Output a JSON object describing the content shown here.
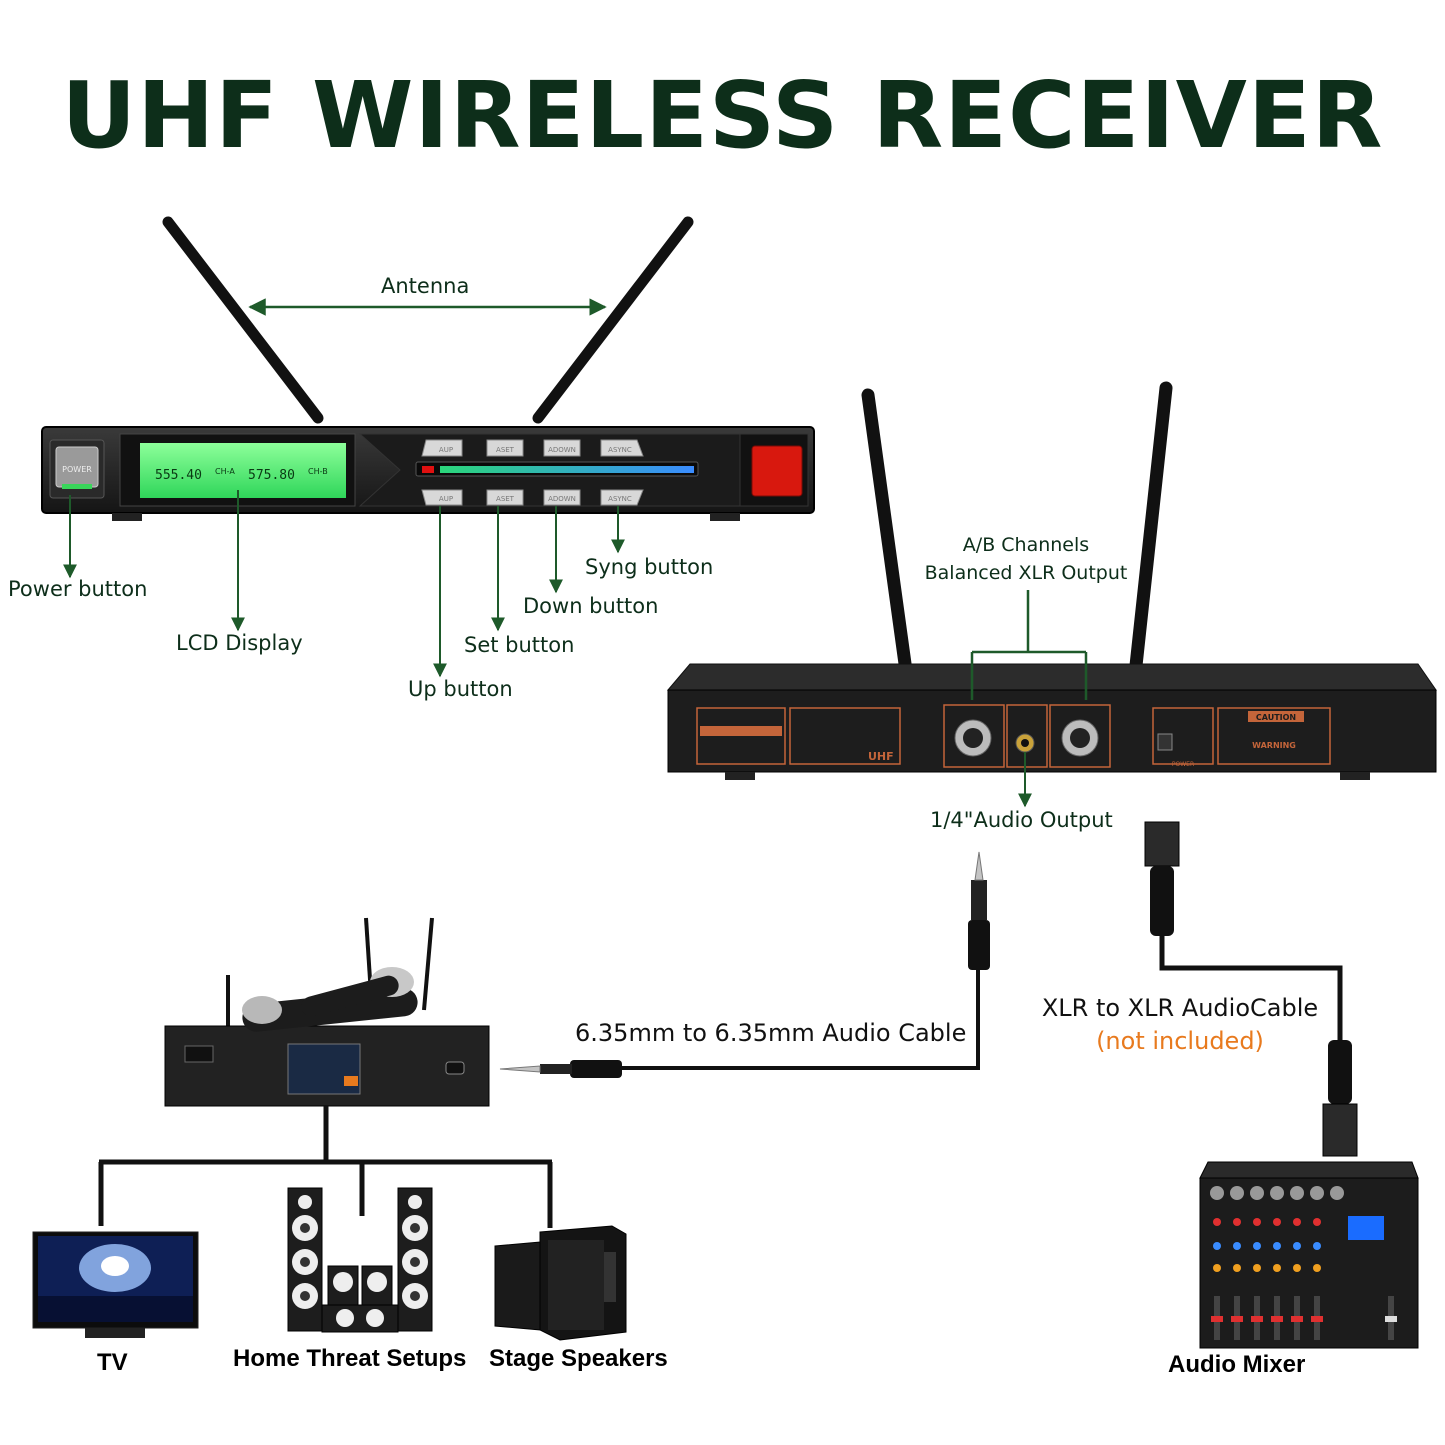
{
  "title": "UHF WIRELESS RECEIVER",
  "front_panel": {
    "labels": {
      "antenna": "Antenna",
      "power_button": "Power button",
      "lcd_display": "LCD Display",
      "up_button": "Up button",
      "set_button": "Set button",
      "down_button": "Down button",
      "syng_button": "Syng button"
    },
    "panel_text": {
      "power": "POWER",
      "lcd_a_freq": "555.40",
      "lcd_a_ch": "CH-A",
      "lcd_b_freq": "575.80",
      "lcd_b_ch": "CH-B",
      "btn_up": "AUP",
      "btn_set": "ASET",
      "btn_down": "ADOWN",
      "btn_syng": "ASYNC"
    }
  },
  "rear_panel": {
    "labels": {
      "ab_channels": "A/B Channels",
      "balanced_xlr": "Balanced XLR Output",
      "audio_output": "1/4\"Audio Output"
    },
    "panel_text": {
      "uhf": "UHF",
      "caution": "CAUTION",
      "warning": "WARNING",
      "power": "POWER"
    }
  },
  "cables": {
    "jack_cable": "6.35mm to 6.35mm Audio Cable",
    "xlr_cable": "XLR to XLR AudioCable",
    "not_included": "(not included)"
  },
  "devices": {
    "tv": "TV",
    "home_theater": "Home Threat Setups",
    "stage_speakers": "Stage Speakers",
    "audio_mixer": "Audio Mixer"
  },
  "colors": {
    "title": "#0d2e1a",
    "arrow": "#1e5a2a",
    "accent_orange": "#e87a1e",
    "lcd_green": "#5dff7a",
    "power_red": "#d8180e"
  }
}
